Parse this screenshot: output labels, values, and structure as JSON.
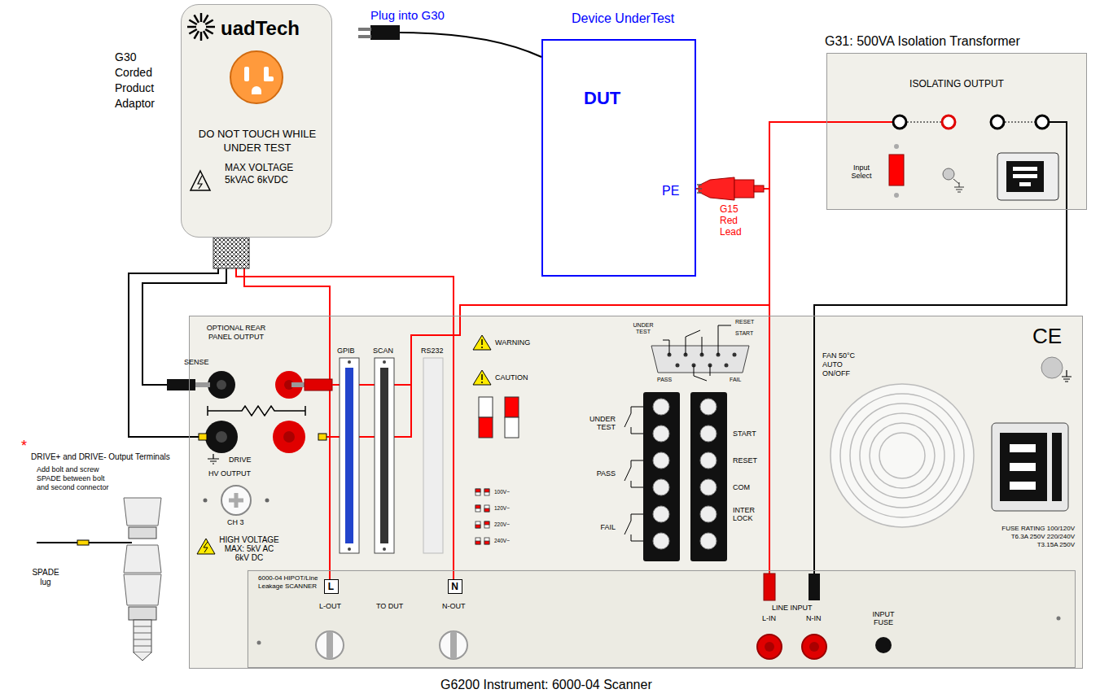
{
  "diagram": {
    "nodes": [
      {
        "text": [
          "G30 Corded Product Adaptor",
          "uadTech",
          "DO NOT TOUCH WHILE UNDER TEST",
          "MAX VOLTAGE 5kVAC 6kVDC"
        ]
      },
      {
        "text": [
          "Device UnderTest",
          "DUT",
          "PE"
        ]
      },
      {
        "text": [
          "G31: 500VA Isolation Transformer",
          "ISOLATING OUTPUT",
          "Input Select"
        ]
      },
      {
        "text": [
          "G6200 Instrument: 6000-04 Scanner"
        ]
      },
      {
        "text": [
          "6000-04 HIPOT/Line Leakage SCANNER"
        ],
        "in": 3
      },
      {
        "text": [
          "L"
        ],
        "in": 4
      },
      {
        "text": [
          "N"
        ],
        "in": 4
      }
    ],
    "edges": [
      {
        "from": 1,
        "to": 2,
        "arrow": "none"
      },
      {
        "from": 1,
        "to": 3,
        "arrow": "none"
      },
      {
        "from": 1,
        "to": 4,
        "arrow": "none"
      },
      {
        "from": 2,
        "to": 4,
        "arrow": "none"
      },
      {
        "from": 0,
        "to": 3,
        "arrow": "none"
      },
      {
        "from": 0,
        "to": 3,
        "arrow": "none"
      },
      {
        "from": 0,
        "to": 6,
        "arrow": "none"
      },
      {
        "from": 0,
        "to": 5,
        "arrow": "none"
      }
    ],
    "labels": [
      "Plug into G30",
      "G15 Red Lead",
      "OPTIONAL REAR PANEL OUTPUT",
      "SENSE",
      "DRIVE",
      "GPIB",
      "SCAN",
      "RS232",
      "WARNING",
      "CAUTION",
      "UNDER TEST",
      "RESET",
      "START",
      "PASS",
      "FAIL",
      "100V~",
      "120V~",
      "220V~",
      "240V~",
      "UNDER TEST",
      "PASS",
      "FAIL",
      "START",
      "RESET",
      "COM",
      "INTER LOCK",
      "FAN 50°C AUTO ON/OFF",
      "CE",
      "FUSE RATING 100/120V T6.3A 250V 220/240V T3.15A 250V",
      "HV OUTPUT",
      "CH 3",
      "HIGH VOLTAGE MAX: 5kV AC 6kV DC",
      "L-OUT",
      "TO DUT",
      "N-OUT",
      "LINE INPUT",
      "L-IN",
      "N-IN",
      "INPUT FUSE",
      "*",
      "DRIVE+ and DRIVE- Output Terminals",
      "Add bolt and screw SPADE between bolt and second connector",
      "SPADE lug"
    ]
  }
}
